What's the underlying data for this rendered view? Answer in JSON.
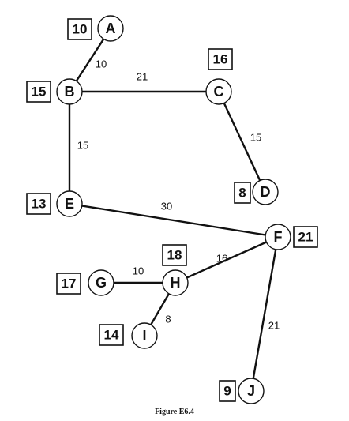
{
  "caption": "Figure E6.4",
  "colors": {
    "ink": "#111111",
    "background": "#ffffff"
  },
  "nodes": [
    {
      "id": "A",
      "label": "A",
      "weight": "10"
    },
    {
      "id": "B",
      "label": "B",
      "weight": "15"
    },
    {
      "id": "C",
      "label": "C",
      "weight": "16"
    },
    {
      "id": "D",
      "label": "D",
      "weight": "8"
    },
    {
      "id": "E",
      "label": "E",
      "weight": "13"
    },
    {
      "id": "F",
      "label": "F",
      "weight": "21"
    },
    {
      "id": "G",
      "label": "G",
      "weight": "17"
    },
    {
      "id": "H",
      "label": "H",
      "weight": "18"
    },
    {
      "id": "I",
      "label": "I",
      "weight": "14"
    },
    {
      "id": "J",
      "label": "J",
      "weight": "9"
    }
  ],
  "edges": [
    {
      "from": "A",
      "to": "B",
      "weight": "10"
    },
    {
      "from": "B",
      "to": "C",
      "weight": "21"
    },
    {
      "from": "C",
      "to": "D",
      "weight": "15"
    },
    {
      "from": "B",
      "to": "E",
      "weight": "15"
    },
    {
      "from": "E",
      "to": "F",
      "weight": "30"
    },
    {
      "from": "F",
      "to": "H",
      "weight": "16"
    },
    {
      "from": "G",
      "to": "H",
      "weight": "10"
    },
    {
      "from": "H",
      "to": "I",
      "weight": "8"
    },
    {
      "from": "F",
      "to": "J",
      "weight": "21"
    }
  ]
}
